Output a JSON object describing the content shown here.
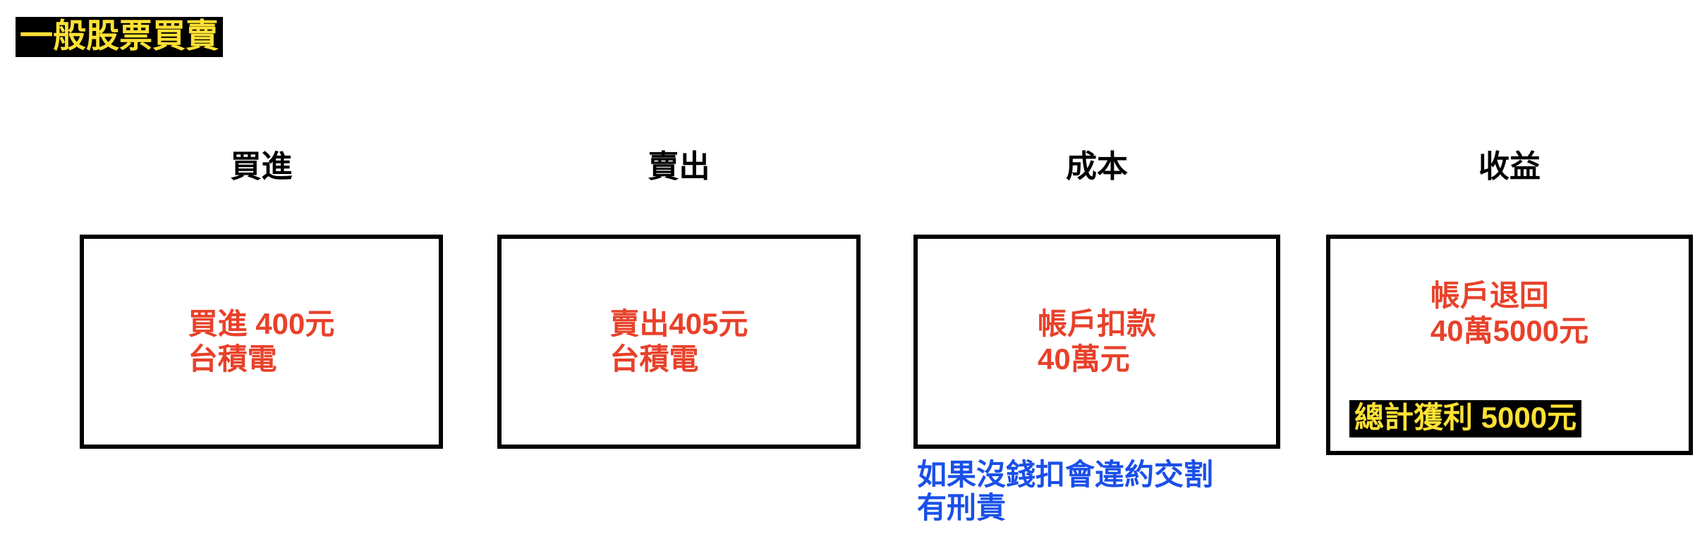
{
  "slide": {
    "title": "一般股票買賣",
    "title_text_color": "#FFE135",
    "title_bg_color": "#000000",
    "background_color": "#FFFFFF"
  },
  "colors": {
    "accent_red": "#E8412A",
    "highlight_yellow": "#FFE135",
    "highlight_bg": "#000000",
    "warning_blue": "#1A50E8",
    "box_border": "#000000"
  },
  "columns": [
    {
      "header": "買進",
      "box": {
        "line1": "買進 400元",
        "line2": "台積電"
      }
    },
    {
      "header": "賣出",
      "box": {
        "line1": "賣出405元",
        "line2": "台積電"
      }
    },
    {
      "header": "成本",
      "box": {
        "line1": "帳戶扣款",
        "line2": "40萬元"
      },
      "note": {
        "line1": "如果沒錢扣會違約交割",
        "line2": "有刑責"
      }
    },
    {
      "header": "收益",
      "box": {
        "line1": "帳戶退回",
        "line2": "40萬5000元"
      },
      "profit": "總計獲利 5000元"
    }
  ]
}
